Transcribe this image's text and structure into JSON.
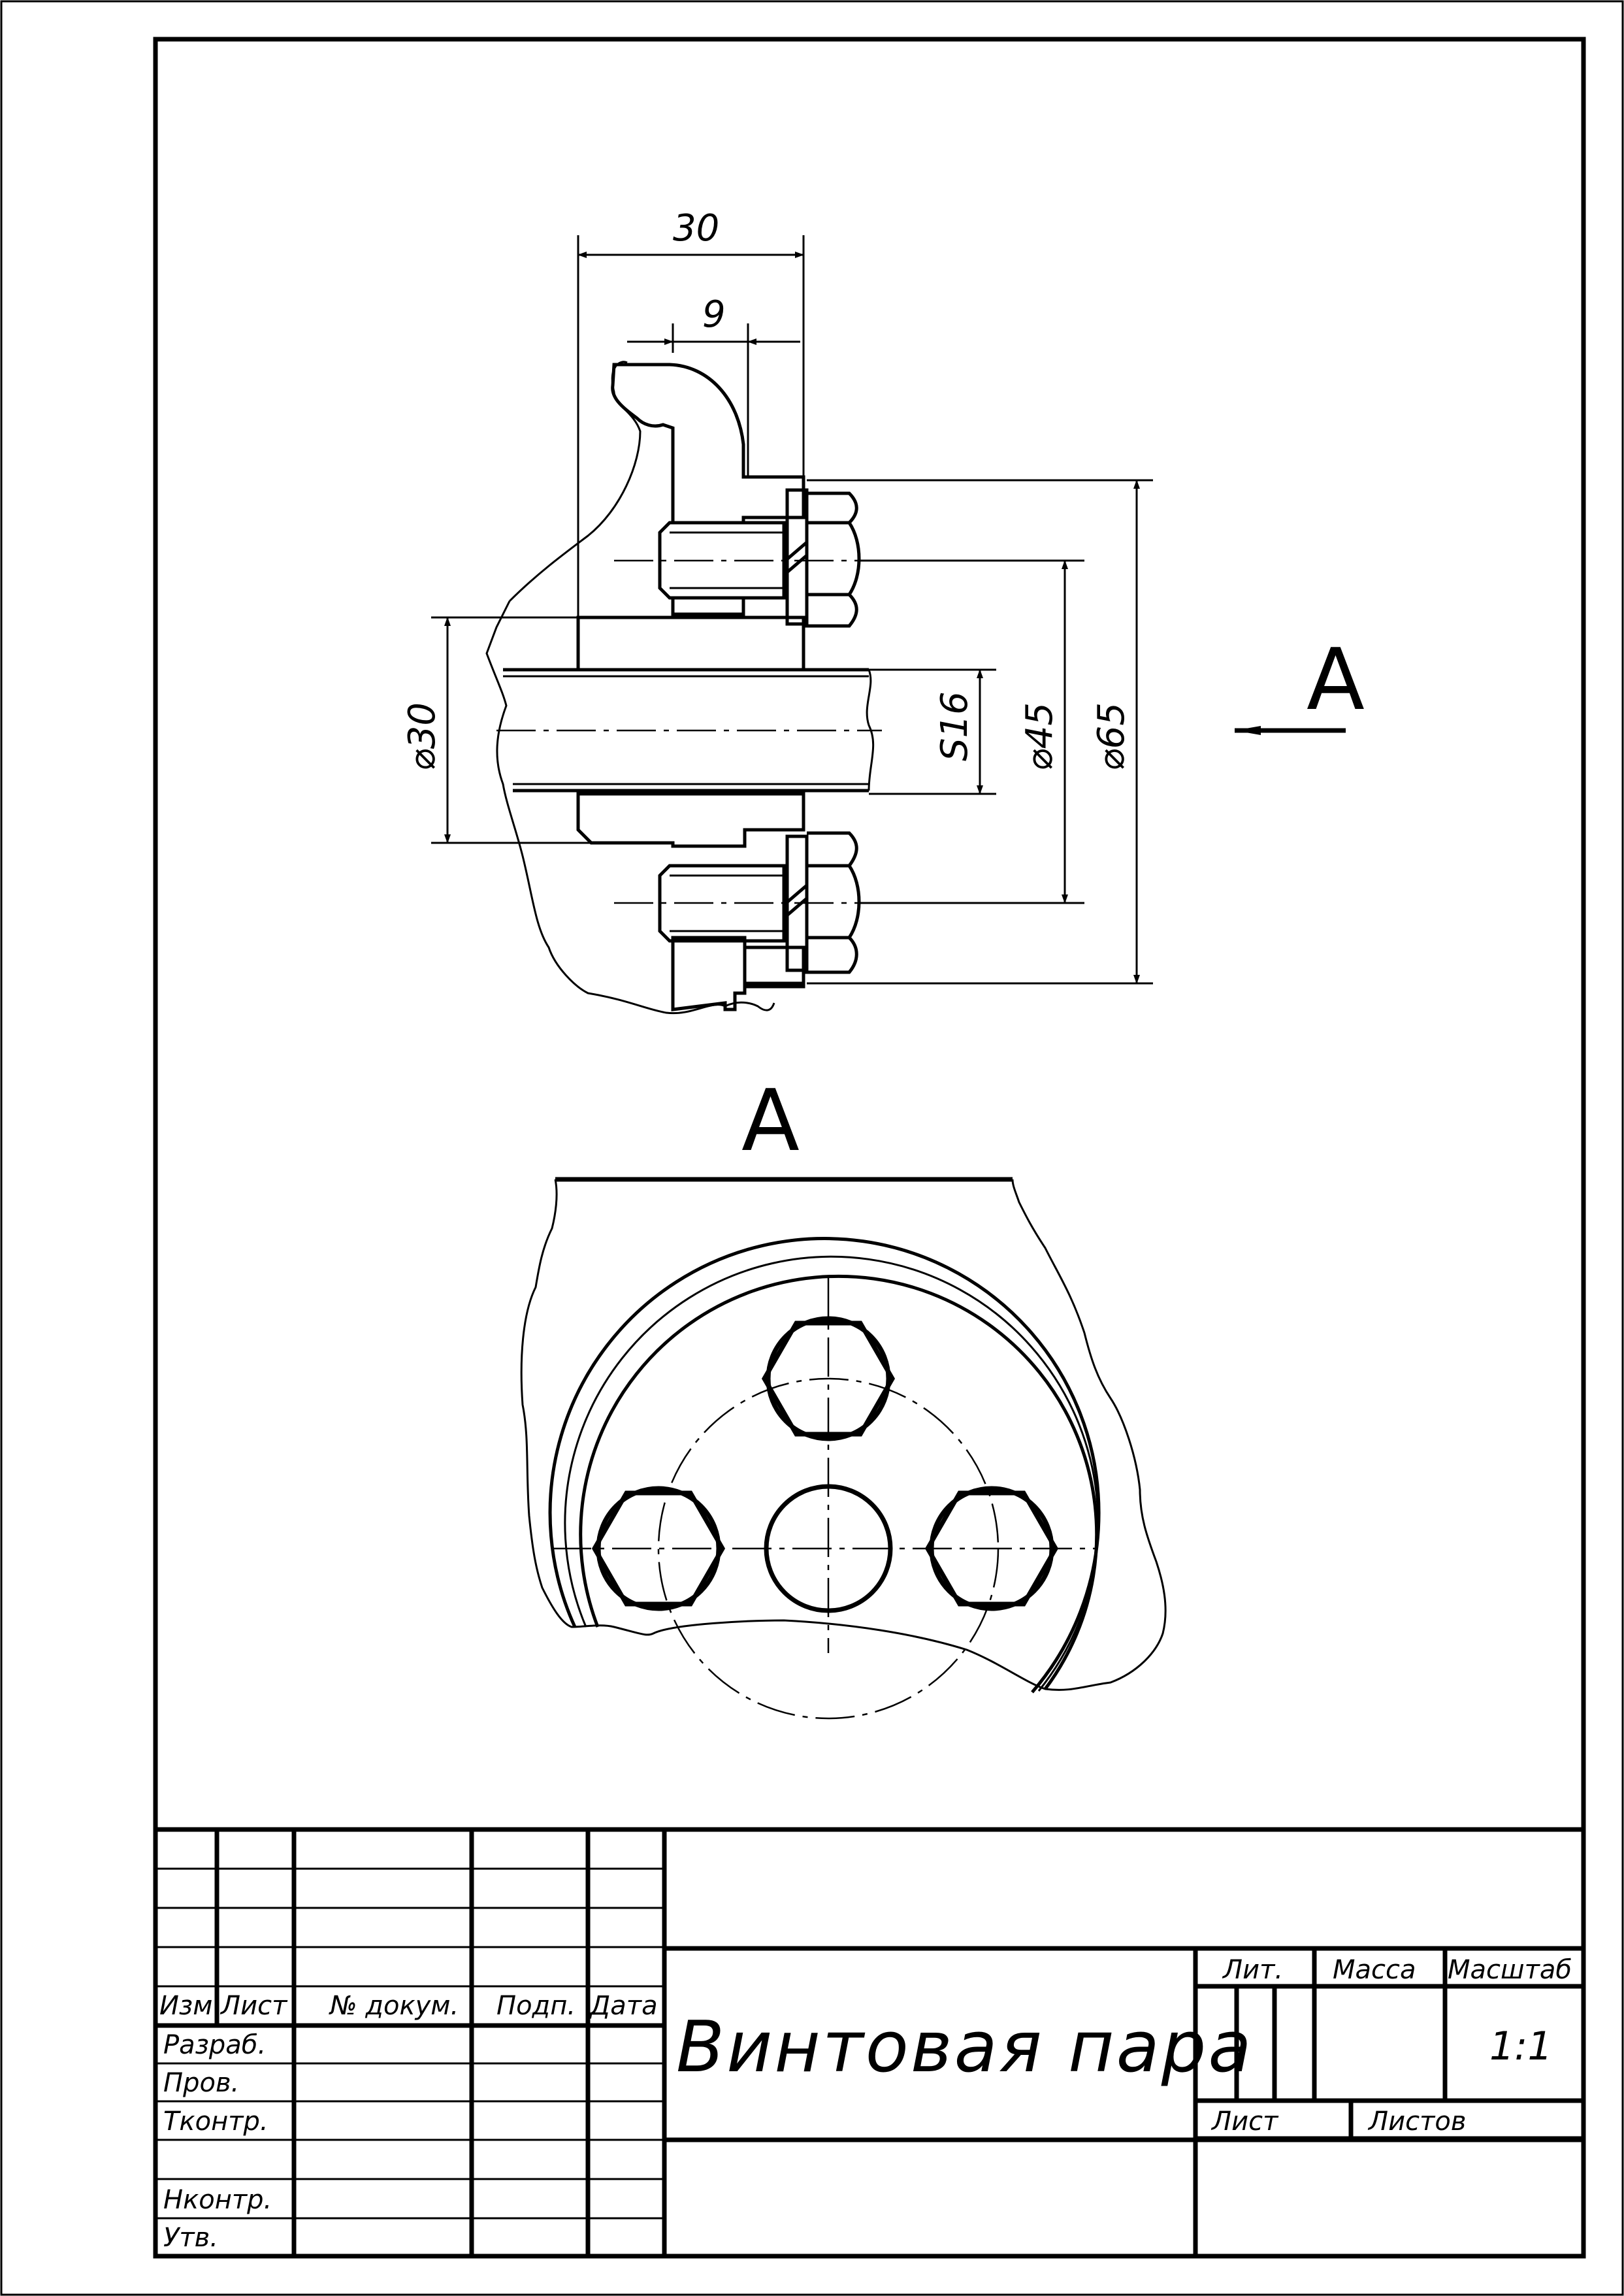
{
  "drawing": {
    "view_label": "A",
    "dimensions": {
      "width_total": "30",
      "width_part": "9",
      "dia_shaft": "⌀30",
      "thread": "S16",
      "dia_bolt_circle": "⌀45",
      "dia_outer": "⌀65"
    }
  },
  "title_block": {
    "title": "Винтовая пара",
    "scale": "1:1",
    "headers": {
      "izm": "Изм",
      "list": "Лист",
      "doc_no": "№ докум.",
      "sign": "Подп.",
      "date": "Дата"
    },
    "roles": {
      "developer": "Разраб.",
      "checker": "Пров.",
      "tech_control": "Тконтр.",
      "norm_control": "Нконтр.",
      "approved": "Утв."
    },
    "right_headers": {
      "lit": "Лит.",
      "mass": "Масса",
      "scale": "Масштаб",
      "sheet": "Лист",
      "sheets": "Листов"
    }
  }
}
